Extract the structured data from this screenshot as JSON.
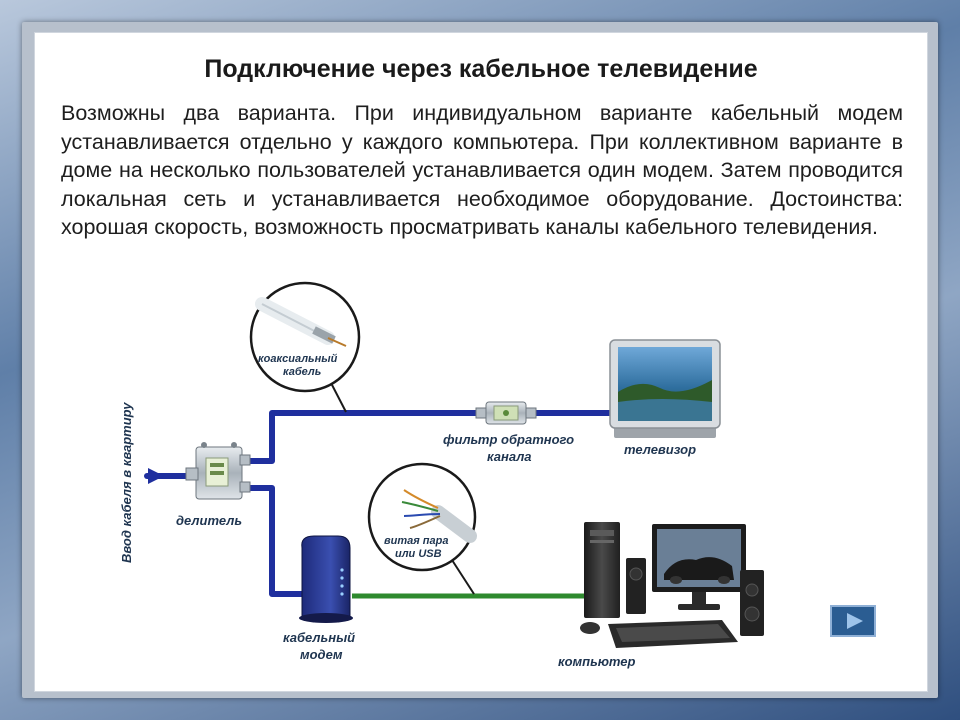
{
  "slide": {
    "title": "Подключение через кабельное телевидение",
    "text": "Возможны два варианта. При индивидуальном варианте кабельный модем устанавливается отдельно у каждого компьютера. При коллективном варианте в доме на несколько пользователей устанавливается один модем. Затем проводится локальная сеть и устанавливается необходимое оборудование. Достоинства: хорошая скорость, возможность просматривать каналы кабельного телевидения."
  },
  "diagram": {
    "labels": {
      "input": "Ввод кабеля в квартиру",
      "splitter": "делитель",
      "coax_line1": "коаксиальный",
      "coax_line2": "кабель",
      "filter_line1": "фильтр обратного",
      "filter_line2": "канала",
      "tv": "телевизор",
      "twisted_line1": "витая пара",
      "twisted_line2": "или USB",
      "modem_line1": "кабельный",
      "modem_line2": "модем",
      "computer": "компьютер"
    },
    "colors": {
      "coax_cable": "#1f2f9e",
      "lan_cable": "#2e8a2e",
      "label": "#1f3550"
    }
  },
  "nav": {
    "next_icon": "play-arrow-icon"
  }
}
